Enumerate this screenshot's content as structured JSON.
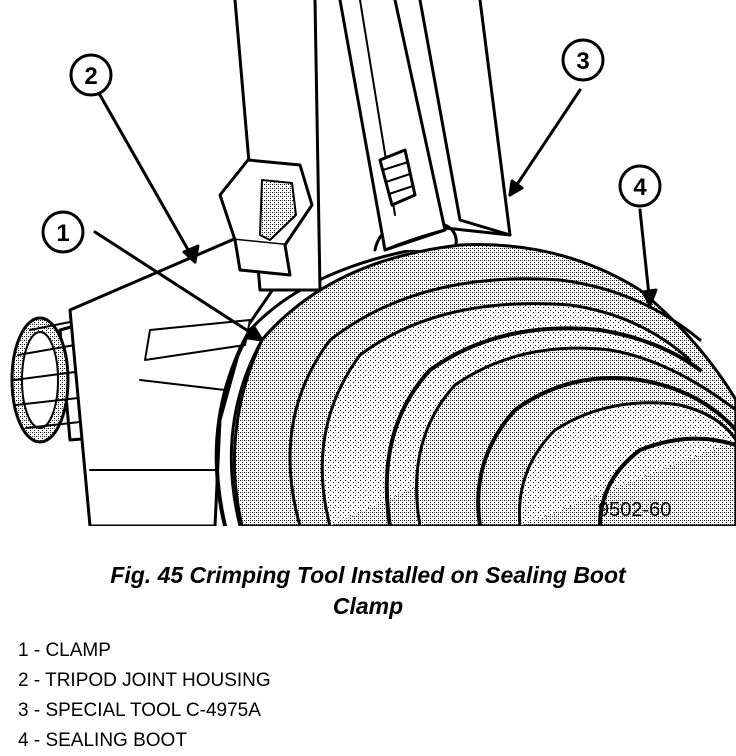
{
  "figure": {
    "callouts": [
      "1",
      "2",
      "3",
      "4"
    ],
    "figure_id": "9502-60"
  },
  "caption": {
    "line1": "Fig. 45 Crimping Tool Installed on Sealing Boot",
    "line2": "Clamp"
  },
  "legend": [
    "1 - CLAMP",
    "2 - TRIPOD JOINT HOUSING",
    "3 - SPECIAL TOOL C-4975A",
    "4 - SEALING BOOT"
  ]
}
